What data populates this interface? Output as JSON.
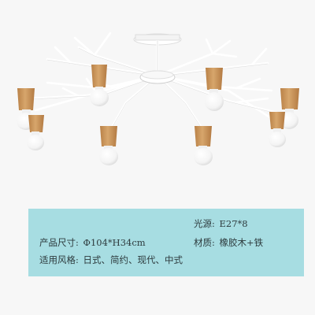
{
  "specs": {
    "light_source": {
      "label": "光源:",
      "value": "E27*8"
    },
    "size": {
      "label": "产品尺寸:",
      "value": "Φ104*H34cm"
    },
    "material": {
      "label": "材质:",
      "value": "橡胶木+铁"
    },
    "style": {
      "label": "适用风格:",
      "value": "日式、简约、现代、中式"
    }
  },
  "colors": {
    "panel": "#a7dde2",
    "frame": "#ffffff",
    "wood": "#c8955c",
    "bulb": "#ffffff"
  }
}
